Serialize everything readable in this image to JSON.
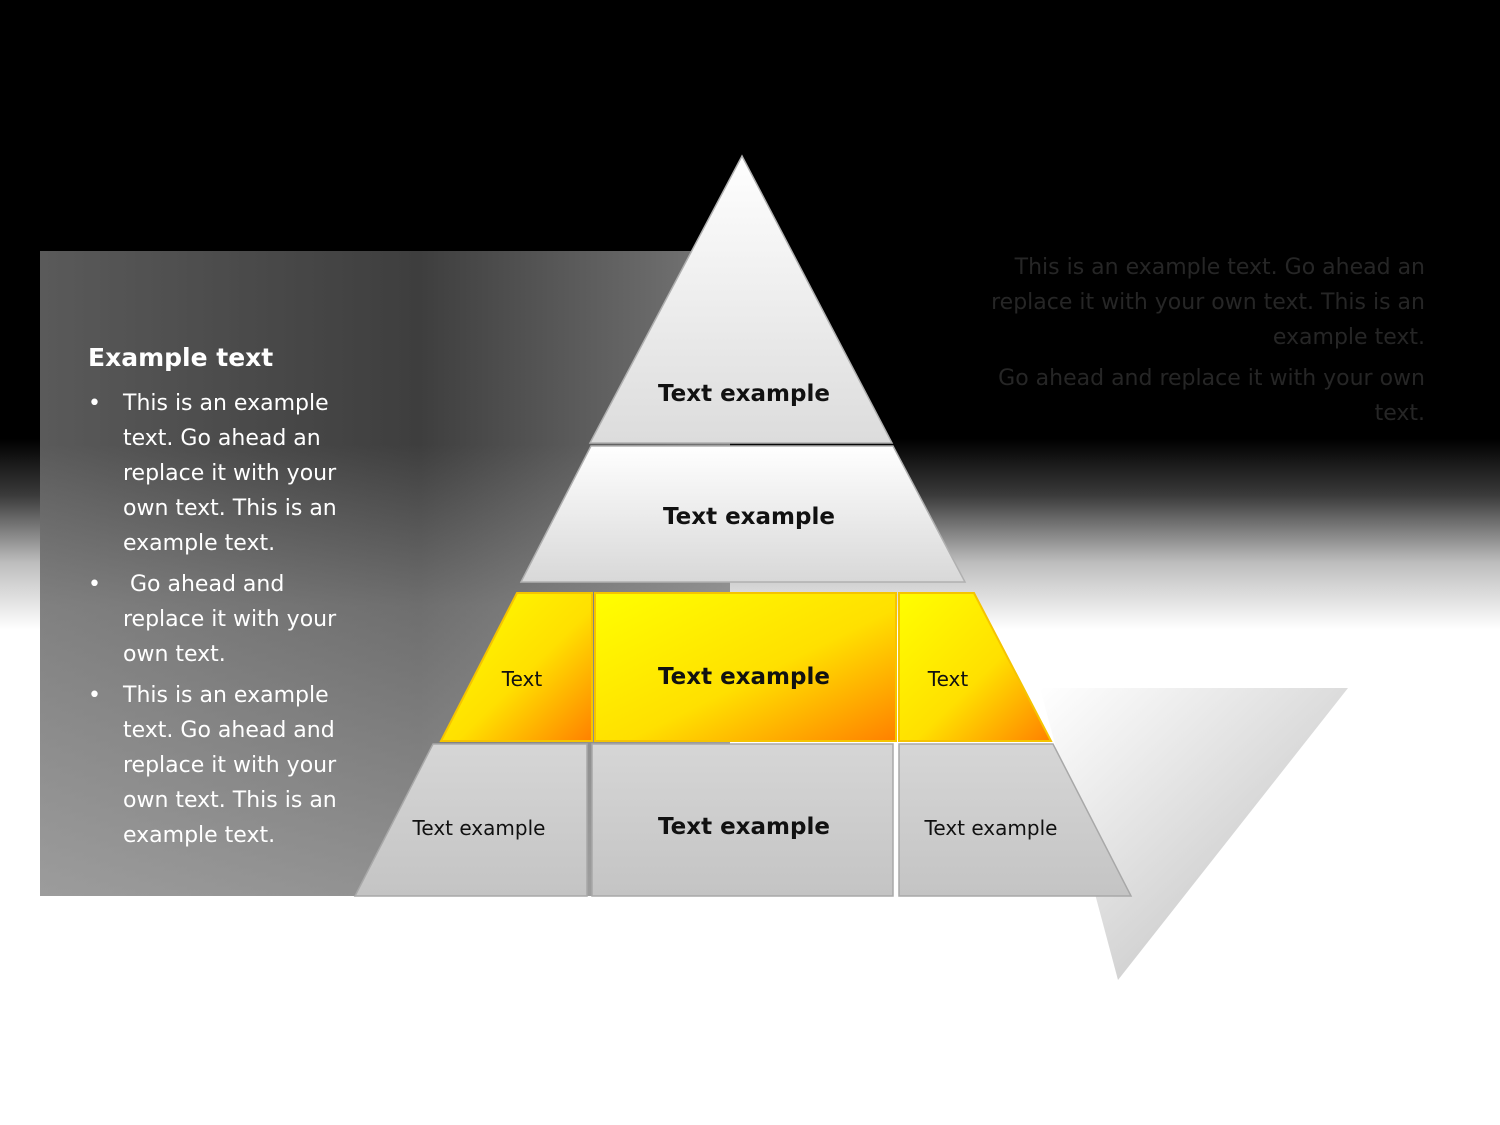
{
  "panel": {
    "title": "Example text",
    "bullets": [
      "This is an example text. Go ahead an replace it with your own text. This is an example text.",
      " Go ahead and replace it with your own text.",
      "This is an example text. Go ahead and replace it with your own text. This is an example text."
    ]
  },
  "right_text": {
    "paragraph1": "This is an example text. Go ahead an replace it with your own text. This is an example text.",
    "paragraph2": "Go ahead and replace it with your own text."
  },
  "pyramid": {
    "top": "Text example",
    "second": "Text example",
    "third_left": "Text",
    "third_center": "Text example",
    "third_right": "Text",
    "bottom_left": "Text example",
    "bottom_center": "Text example",
    "bottom_right": "Text example"
  },
  "colors": {
    "highlight_yellow": "#ffff00",
    "highlight_orange": "#ff8c00",
    "tier_gray": "#d0d0d0"
  }
}
